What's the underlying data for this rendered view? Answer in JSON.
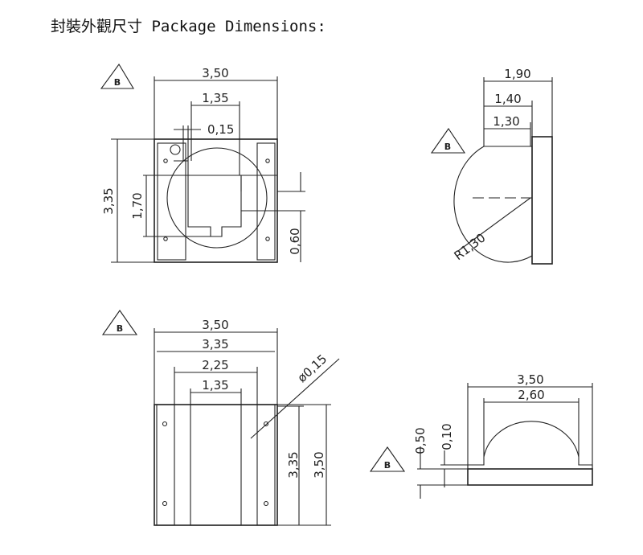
{
  "title": "封裝外觀尺寸 Package Dimensions:",
  "datum_label": "B",
  "top_view": {
    "width": "3,50",
    "inner_width": "1,35",
    "gap": "0,15",
    "height": "3,35",
    "inner_height": "1,70",
    "offset": "0,60"
  },
  "side_view": {
    "w1": "1,90",
    "w2": "1,40",
    "w3": "1,30",
    "radius": "R1,30"
  },
  "bottom_view": {
    "w_outer": "3,50",
    "w_inner": "3,35",
    "w_pad": "2,25",
    "w_center": "1,35",
    "hole": "ø0,15",
    "h_inner": "3,35",
    "h_outer": "3,50"
  },
  "front_view": {
    "width": "3,50",
    "dome_width": "2,60",
    "base_height": "0,50",
    "step": "0,10"
  }
}
